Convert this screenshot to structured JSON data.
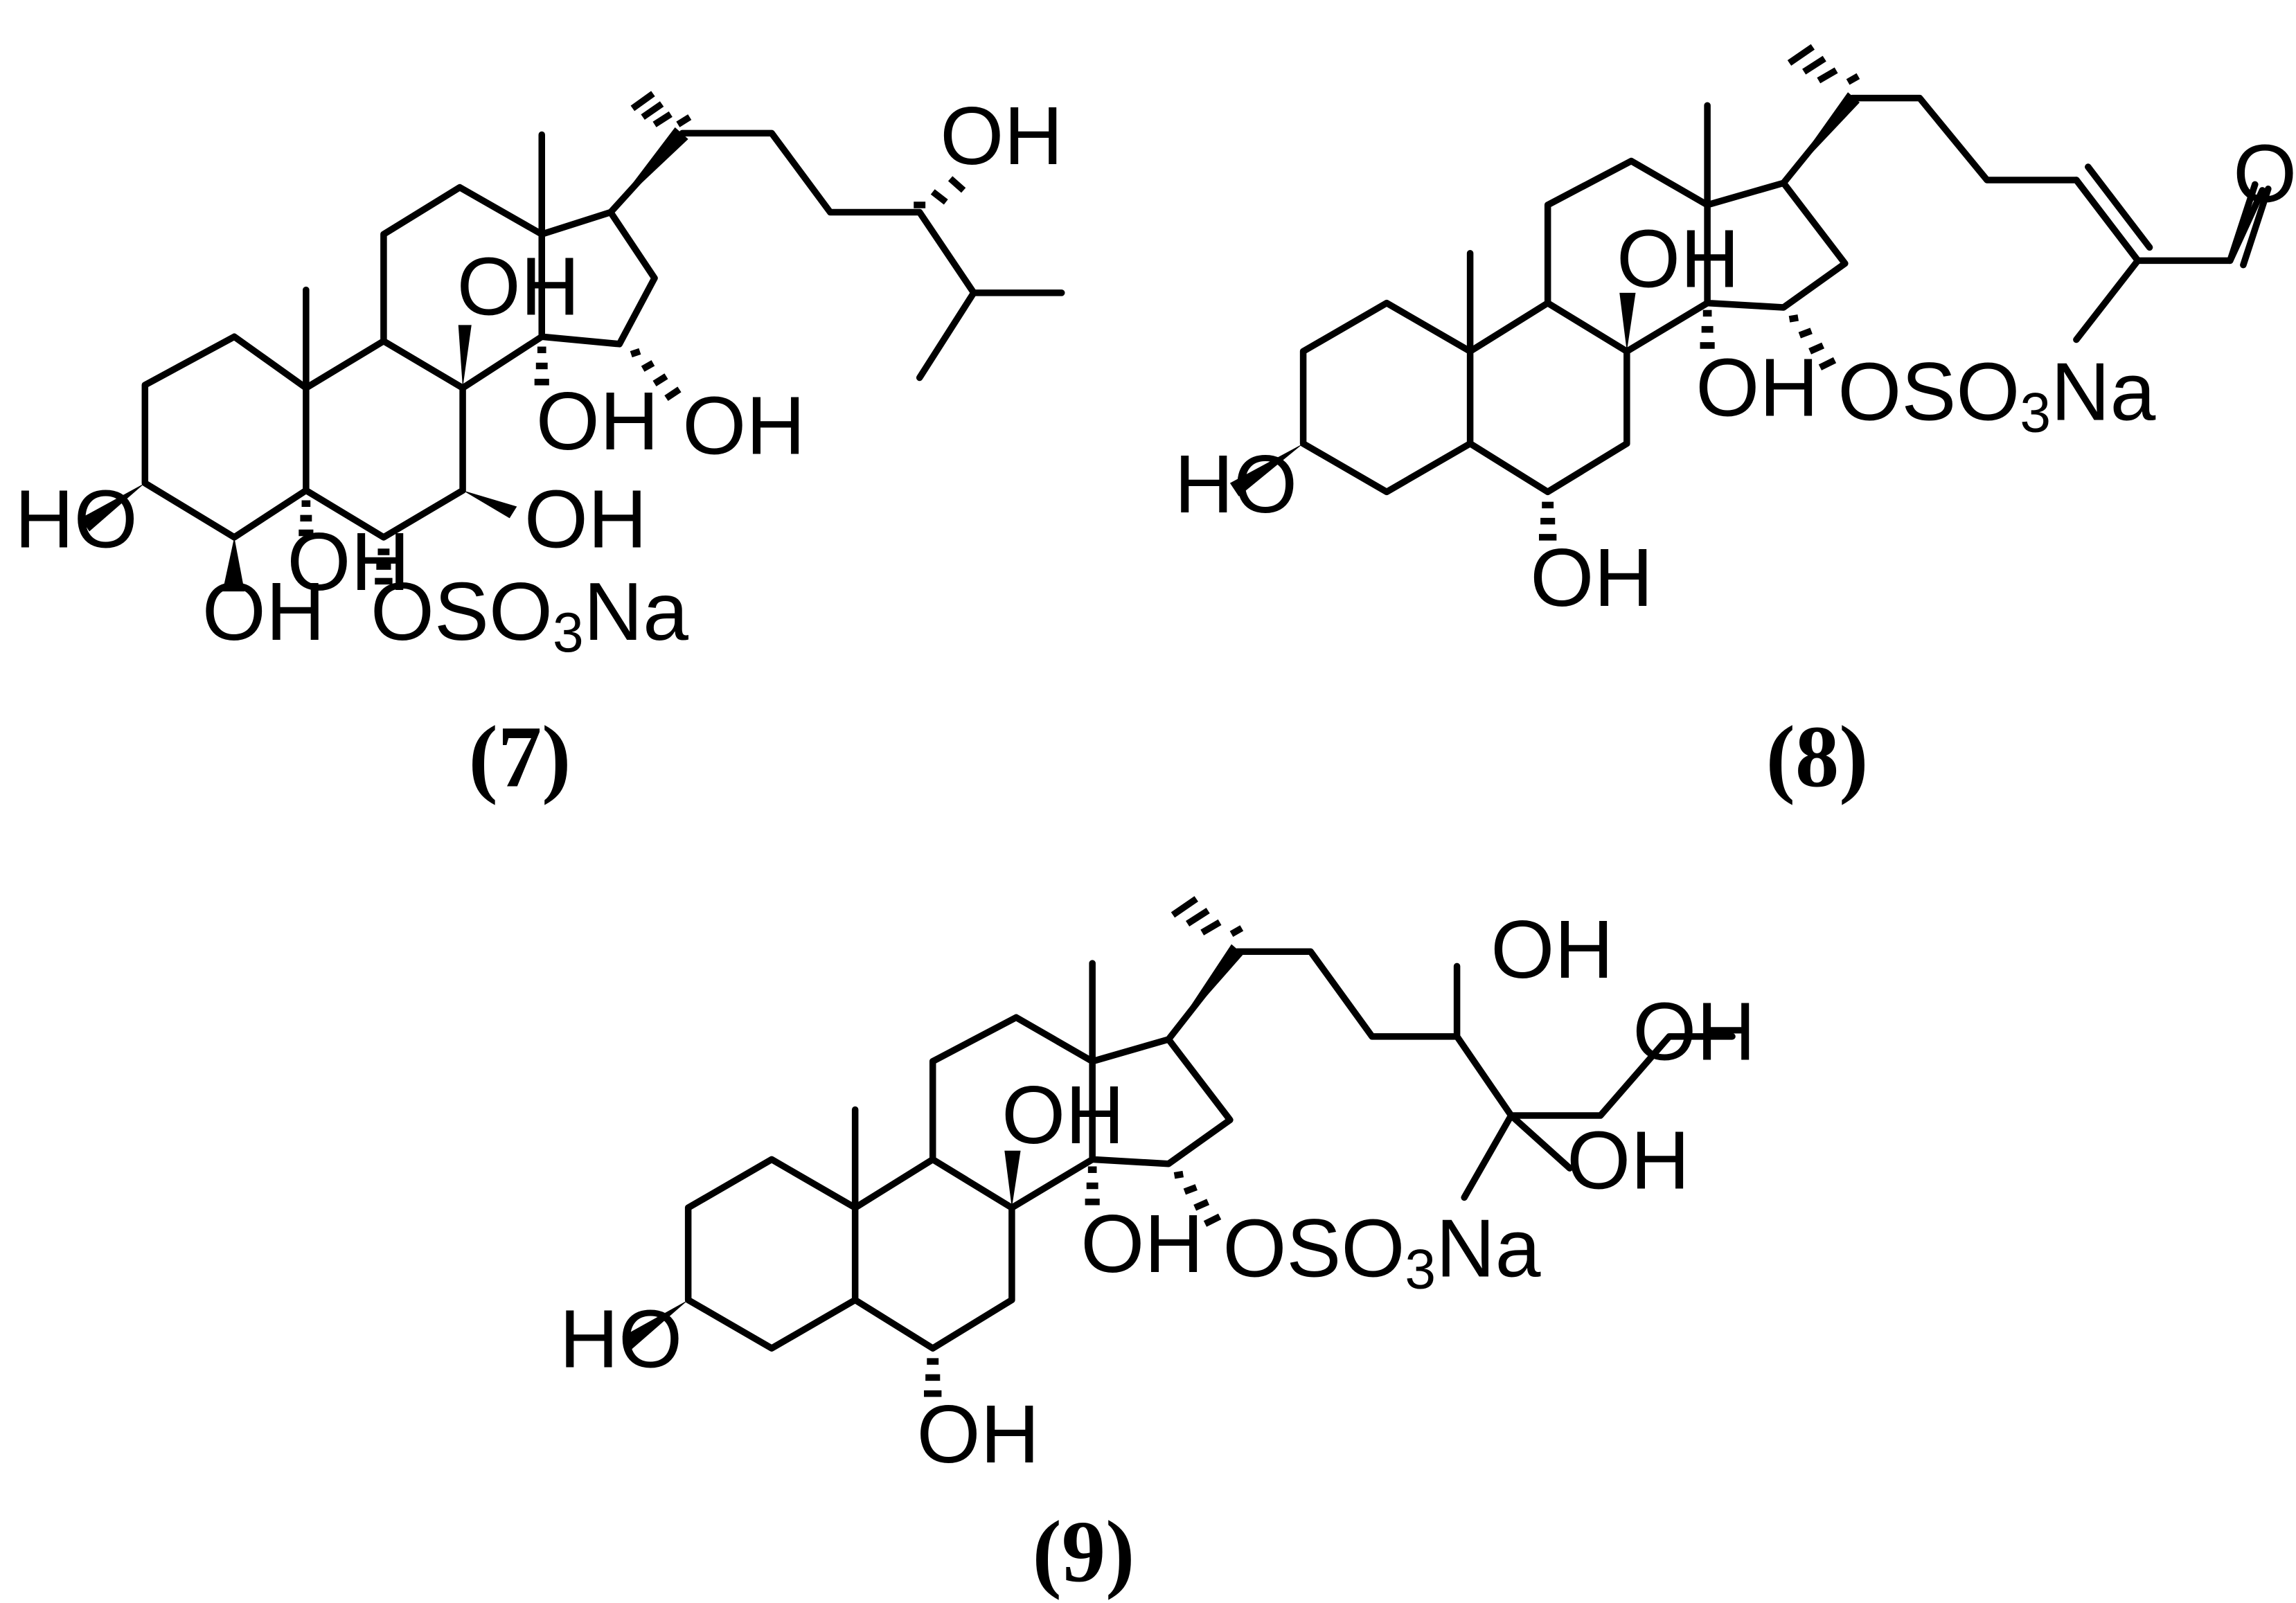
{
  "compounds": [
    {
      "caption": "(7)",
      "labels": {
        "oh_sidechain": "OH",
        "oh_c8": "OH",
        "oh_c14": "OH",
        "oh_c15": "OH",
        "ho_c3": "HO",
        "oh_c5": "OH",
        "oh_c7": "OH",
        "oh_c4": "OH",
        "sulfate_o": "OSO",
        "sulfate_sub": "3",
        "sulfate_na": "Na"
      }
    },
    {
      "caption": "(8)",
      "labels": {
        "aldehyde_o": "O",
        "oh_c8": "OH",
        "oh_c14": "OH",
        "sulfate_o": "OSO",
        "sulfate_sub": "3",
        "sulfate_na": "Na",
        "ho_c3": "HO",
        "oh_c6": "OH"
      }
    },
    {
      "caption": "(9)",
      "labels": {
        "oh_c24": "OH",
        "oh_c26": "OH",
        "oh_c25": "OH",
        "oh_c8": "OH",
        "oh_c14": "OH",
        "sulfate_o": "OSO",
        "sulfate_sub": "3",
        "sulfate_na": "Na",
        "ho_c3": "HO",
        "oh_c6": "OH"
      }
    }
  ]
}
